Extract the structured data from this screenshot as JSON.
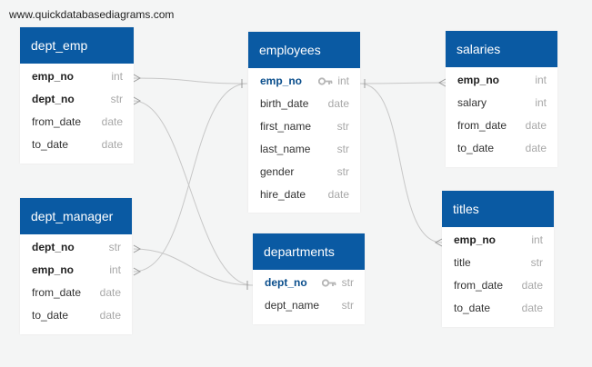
{
  "watermark": "www.quickdatabasediagrams.com",
  "colors": {
    "header": "#0a5aa3",
    "pk_text": "#0a4e8c",
    "line": "#c7c7c7"
  },
  "tables": {
    "dept_emp": {
      "title": "dept_emp",
      "fields": [
        {
          "name": "emp_no",
          "type": "int"
        },
        {
          "name": "dept_no",
          "type": "str"
        },
        {
          "name": "from_date",
          "type": "date"
        },
        {
          "name": "to_date",
          "type": "date"
        }
      ]
    },
    "dept_manager": {
      "title": "dept_manager",
      "fields": [
        {
          "name": "dept_no",
          "type": "str"
        },
        {
          "name": "emp_no",
          "type": "int"
        },
        {
          "name": "from_date",
          "type": "date"
        },
        {
          "name": "to_date",
          "type": "date"
        }
      ]
    },
    "employees": {
      "title": "employees",
      "fields": [
        {
          "name": "emp_no",
          "type": "int"
        },
        {
          "name": "birth_date",
          "type": "date"
        },
        {
          "name": "first_name",
          "type": "str"
        },
        {
          "name": "last_name",
          "type": "str"
        },
        {
          "name": "gender",
          "type": "str"
        },
        {
          "name": "hire_date",
          "type": "date"
        }
      ]
    },
    "departments": {
      "title": "departments",
      "fields": [
        {
          "name": "dept_no",
          "type": "str"
        },
        {
          "name": "dept_name",
          "type": "str"
        }
      ]
    },
    "salaries": {
      "title": "salaries",
      "fields": [
        {
          "name": "emp_no",
          "type": "int"
        },
        {
          "name": "salary",
          "type": "int"
        },
        {
          "name": "from_date",
          "type": "date"
        },
        {
          "name": "to_date",
          "type": "date"
        }
      ]
    },
    "titles": {
      "title": "titles",
      "fields": [
        {
          "name": "emp_no",
          "type": "int"
        },
        {
          "name": "title",
          "type": "str"
        },
        {
          "name": "from_date",
          "type": "date"
        },
        {
          "name": "to_date",
          "type": "date"
        }
      ]
    }
  }
}
